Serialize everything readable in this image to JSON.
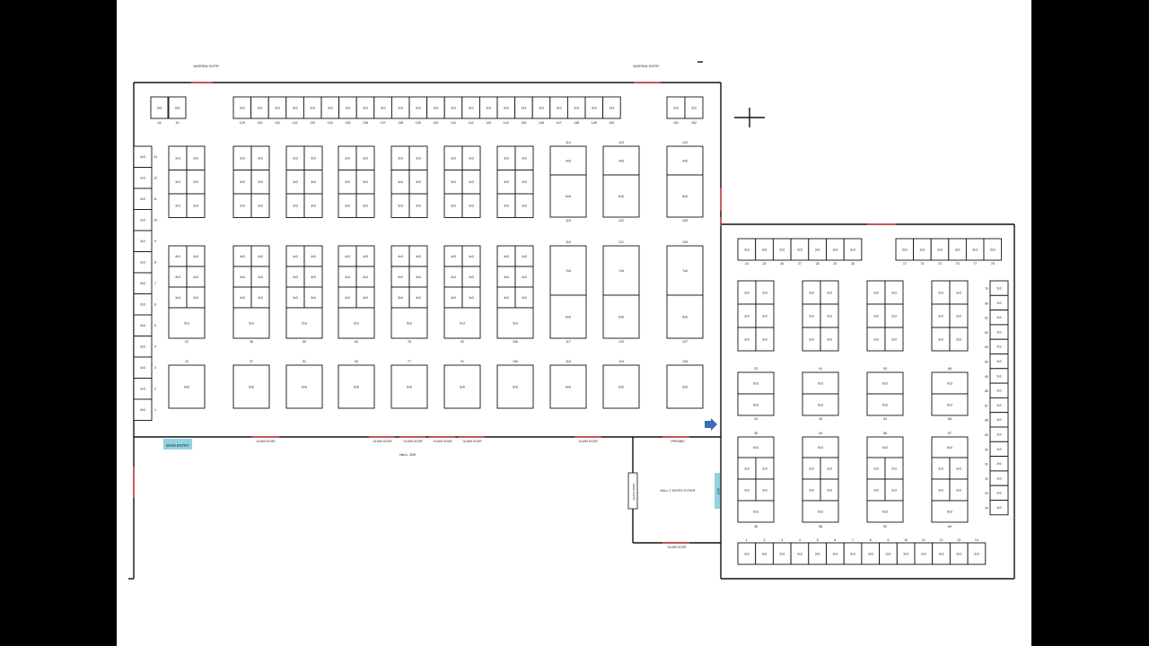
{
  "labels": {
    "material_entry_left": "MATERIAL ENTRY",
    "material_entry_right": "MATERIAL ENTRY",
    "main_entry": "MAIN ENTRY",
    "glass_door": "GLASS DOOR",
    "hall_ab": "Hall A - B/W",
    "foyer": "HALL C ENTRY FOYER",
    "opening": "OPENING",
    "exit": "EXIT"
  },
  "colors": {
    "wall": "#111111",
    "door": "#e23b3b",
    "entry": "#8fd4e0",
    "arrow": "#3a6fb0"
  },
  "icons": {
    "north_marker": "north-arrow-icon",
    "entry_arrow": "entry-arrow-icon"
  },
  "booth_sizes": {
    "s3x3": "3x3",
    "s4x3": "4x3",
    "s3x6": "3x6",
    "s4x6": "4x6",
    "s6x6": "6x6",
    "s7x6": "7x6",
    "s6x3": "6x3",
    "s5x3": "5x3",
    "s3x5": "3x5"
  },
  "hall_a": {
    "top_row_left": [
      "16",
      "15"
    ],
    "top_row_center": [
      "129",
      "130",
      "131",
      "132",
      "133",
      "134",
      "135",
      "136",
      "137",
      "138",
      "139",
      "140",
      "141",
      "142",
      "143",
      "144",
      "145",
      "146",
      "147",
      "148",
      "149",
      "150"
    ],
    "top_row_right": [
      "151",
      "152"
    ],
    "left_wall": [
      "13",
      "12",
      "11",
      "10",
      "9",
      "8",
      "7",
      "6",
      "5",
      "4",
      "3",
      "2",
      "1"
    ],
    "large_upper_top": [
      "114",
      "123",
      "124"
    ],
    "large_upper_bottom": [
      "115",
      "122",
      "125"
    ],
    "large_lower_top": [
      "116",
      "121",
      "126"
    ],
    "large_lower_bottom": [
      "117",
      "120",
      "127"
    ],
    "block_foot": [
      "22",
      "38",
      "50",
      "64",
      "76",
      "92",
      "106"
    ],
    "bottom_row": [
      "23",
      "37",
      "51",
      "63",
      "77",
      "91",
      "105",
      "118",
      "119",
      "128"
    ]
  },
  "hall_b": {
    "top_row_left": [
      "24",
      "25",
      "26",
      "27",
      "28",
      "29",
      "30"
    ],
    "top_row_right": [
      "72",
      "74",
      "73",
      "75",
      "77",
      "78"
    ],
    "mid_labels_top": [
      "23",
      "41",
      "53",
      "66"
    ],
    "mid_labels_bottom": [
      "24",
      "40",
      "54",
      "68"
    ],
    "lower_labels_top": [
      "35",
      "44",
      "56",
      "67"
    ],
    "lower_labels_bottom": [
      "36",
      "58",
      "59",
      "69"
    ],
    "right_wall": [
      "79",
      "80",
      "81",
      "82",
      "83",
      "84",
      "85",
      "86",
      "87",
      "88",
      "89",
      "90",
      "91",
      "92",
      "93",
      "94"
    ],
    "bottom_row": [
      "1",
      "2",
      "3",
      "4",
      "5",
      "6",
      "7",
      "8",
      "9",
      "10",
      "11",
      "12",
      "13",
      "14"
    ]
  }
}
